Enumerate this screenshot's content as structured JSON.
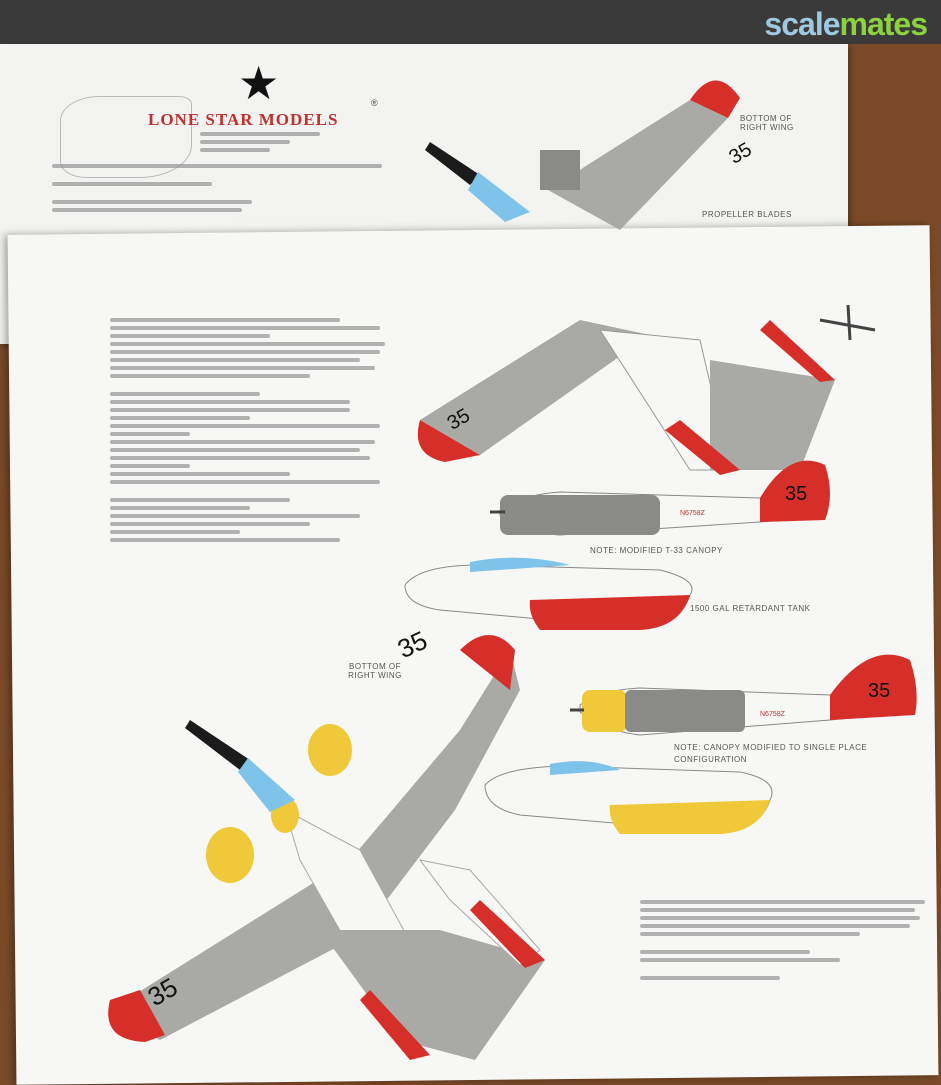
{
  "watermark": {
    "part1": "scale",
    "part2": "mates"
  },
  "logo": {
    "star": "★",
    "name": "LONE STAR MODELS",
    "reg": "®"
  },
  "labels": {
    "bottom_right_wing_top": "BOTTOM OF RIGHT WING",
    "propeller_blades": "PROPELLER BLADES",
    "bottom_right_wing": "BOTTOM OF RIGHT WING",
    "note_t33": "NOTE: MODIFIED T-33 CANOPY",
    "tank": "1500 GAL RETARDANT TANK",
    "note_single": "NOTE: CANOPY MODIFIED TO SINGLE PLACE CONFIGURATION"
  },
  "markings": {
    "number": "35",
    "registration": "N6758Z"
  },
  "colors": {
    "red": "#d62f2a",
    "grey": "#a9aaa6",
    "yellow": "#f0c93a",
    "blue": "#7ec4ea",
    "black": "#1b1b1b",
    "white": "#f7f7f5"
  }
}
